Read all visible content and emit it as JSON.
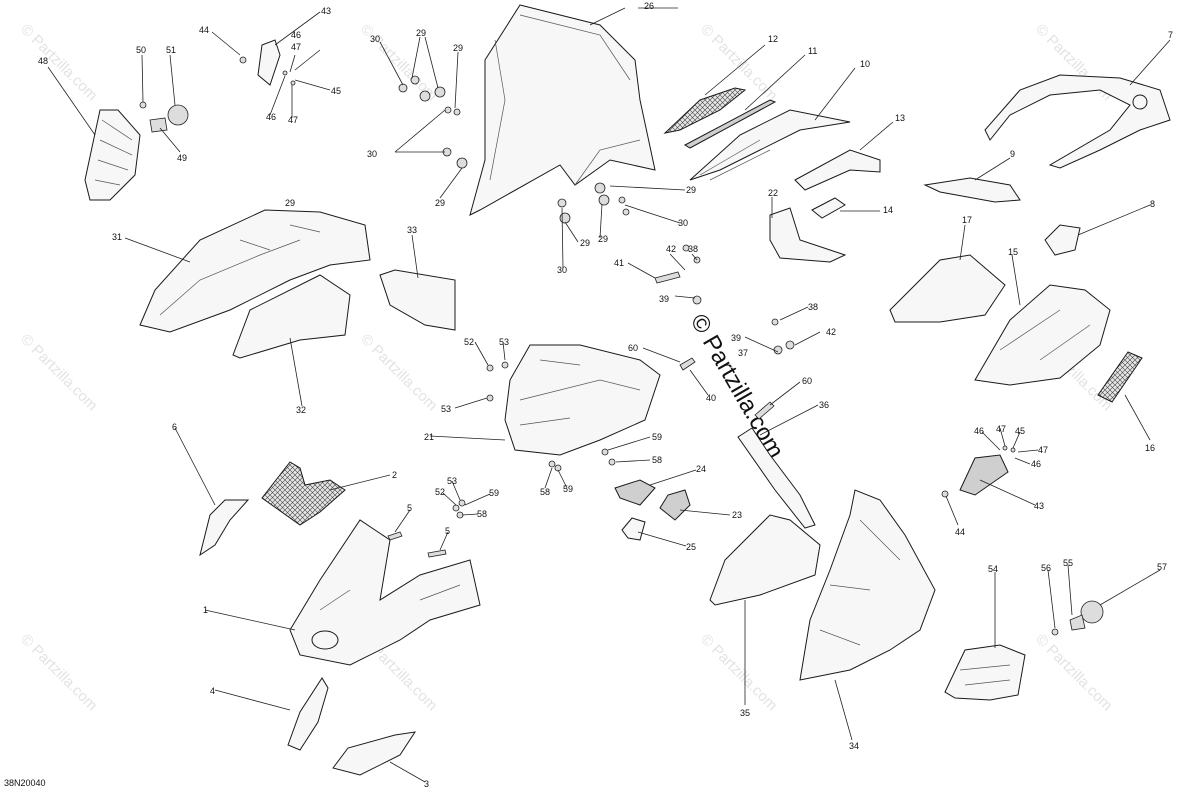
{
  "diagram": {
    "code": "38N20040",
    "watermark": "© Partzilla.com",
    "watermark_center": "© Partzilla.com"
  },
  "callouts": [
    {
      "id": "c1",
      "label": "1"
    },
    {
      "id": "c2",
      "label": "2"
    },
    {
      "id": "c3",
      "label": "3"
    },
    {
      "id": "c4",
      "label": "4"
    },
    {
      "id": "c5a",
      "label": "5"
    },
    {
      "id": "c5b",
      "label": "5"
    },
    {
      "id": "c6",
      "label": "6"
    },
    {
      "id": "c7",
      "label": "7"
    },
    {
      "id": "c8",
      "label": "8"
    },
    {
      "id": "c9",
      "label": "9"
    },
    {
      "id": "c10",
      "label": "10"
    },
    {
      "id": "c11",
      "label": "11"
    },
    {
      "id": "c12",
      "label": "12"
    },
    {
      "id": "c13",
      "label": "13"
    },
    {
      "id": "c14",
      "label": "14"
    },
    {
      "id": "c15",
      "label": "15"
    },
    {
      "id": "c16",
      "label": "16"
    },
    {
      "id": "c17",
      "label": "17"
    },
    {
      "id": "c21",
      "label": "21"
    },
    {
      "id": "c22",
      "label": "22"
    },
    {
      "id": "c23",
      "label": "23"
    },
    {
      "id": "c24",
      "label": "24"
    },
    {
      "id": "c25",
      "label": "25"
    },
    {
      "id": "c26",
      "label": "26"
    },
    {
      "id": "c29a",
      "label": "29"
    },
    {
      "id": "c29b",
      "label": "29"
    },
    {
      "id": "c29c",
      "label": "29"
    },
    {
      "id": "c29d",
      "label": "29"
    },
    {
      "id": "c29e",
      "label": "29"
    },
    {
      "id": "c29f",
      "label": "29"
    },
    {
      "id": "c29g",
      "label": "29"
    },
    {
      "id": "c30a",
      "label": "30"
    },
    {
      "id": "c30b",
      "label": "30"
    },
    {
      "id": "c30c",
      "label": "30"
    },
    {
      "id": "c30d",
      "label": "30"
    },
    {
      "id": "c31",
      "label": "31"
    },
    {
      "id": "c32",
      "label": "32"
    },
    {
      "id": "c33",
      "label": "33"
    },
    {
      "id": "c34",
      "label": "34"
    },
    {
      "id": "c35",
      "label": "35"
    },
    {
      "id": "c36",
      "label": "36"
    },
    {
      "id": "c37",
      "label": "37"
    },
    {
      "id": "c38a",
      "label": "38"
    },
    {
      "id": "c38b",
      "label": "38"
    },
    {
      "id": "c39a",
      "label": "39"
    },
    {
      "id": "c39b",
      "label": "39"
    },
    {
      "id": "c40",
      "label": "40"
    },
    {
      "id": "c41",
      "label": "41"
    },
    {
      "id": "c42a",
      "label": "42"
    },
    {
      "id": "c42b",
      "label": "42"
    },
    {
      "id": "c43a",
      "label": "43"
    },
    {
      "id": "c43b",
      "label": "43"
    },
    {
      "id": "c44a",
      "label": "44"
    },
    {
      "id": "c44b",
      "label": "44"
    },
    {
      "id": "c45a",
      "label": "45"
    },
    {
      "id": "c45b",
      "label": "45"
    },
    {
      "id": "c46a",
      "label": "46"
    },
    {
      "id": "c46b",
      "label": "46"
    },
    {
      "id": "c46c",
      "label": "46"
    },
    {
      "id": "c46d",
      "label": "46"
    },
    {
      "id": "c47a",
      "label": "47"
    },
    {
      "id": "c47b",
      "label": "47"
    },
    {
      "id": "c47c",
      "label": "47"
    },
    {
      "id": "c47d",
      "label": "47"
    },
    {
      "id": "c48",
      "label": "48"
    },
    {
      "id": "c49",
      "label": "49"
    },
    {
      "id": "c50",
      "label": "50"
    },
    {
      "id": "c51",
      "label": "51"
    },
    {
      "id": "c52a",
      "label": "52"
    },
    {
      "id": "c52b",
      "label": "52"
    },
    {
      "id": "c53a",
      "label": "53"
    },
    {
      "id": "c53b",
      "label": "53"
    },
    {
      "id": "c53c",
      "label": "53"
    },
    {
      "id": "c54",
      "label": "54"
    },
    {
      "id": "c55",
      "label": "55"
    },
    {
      "id": "c56",
      "label": "56"
    },
    {
      "id": "c57",
      "label": "57"
    },
    {
      "id": "c58a",
      "label": "58"
    },
    {
      "id": "c58b",
      "label": "58"
    },
    {
      "id": "c58c",
      "label": "58"
    },
    {
      "id": "c59a",
      "label": "59"
    },
    {
      "id": "c59b",
      "label": "59"
    },
    {
      "id": "c59c",
      "label": "59"
    },
    {
      "id": "c60a",
      "label": "60"
    },
    {
      "id": "c60b",
      "label": "60"
    }
  ]
}
